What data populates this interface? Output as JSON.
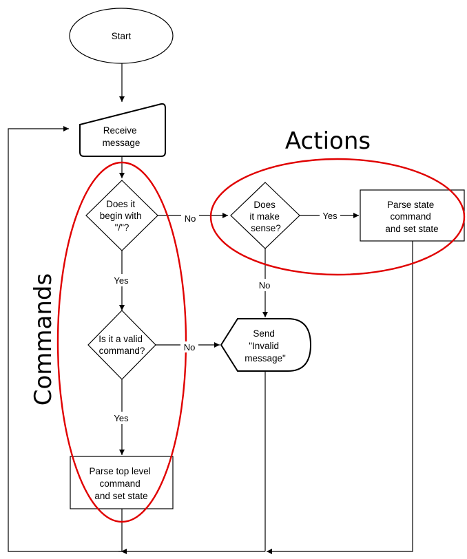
{
  "nodes": {
    "start": "Start",
    "receive": [
      "Receive",
      "message"
    ],
    "begins_slash": [
      "Does it",
      "begin with",
      "\"/\"?"
    ],
    "valid_command": [
      "Is it a valid",
      "command?"
    ],
    "parse_top": [
      "Parse top level",
      "command",
      "and set state"
    ],
    "make_sense": [
      "Does",
      "it make",
      "sense?"
    ],
    "send_invalid": [
      "Send",
      "\"Invalid",
      "message\""
    ],
    "parse_state": [
      "Parse state",
      "command",
      "and set state"
    ]
  },
  "edges": {
    "no_1": "No",
    "yes_1": "Yes",
    "no_2": "No",
    "yes_2": "Yes",
    "no_3": "No",
    "yes_3": "Yes"
  },
  "groups": {
    "actions": "Actions",
    "commands": "Commands"
  },
  "colors": {
    "highlight": "#e00000",
    "stroke": "#000000"
  }
}
